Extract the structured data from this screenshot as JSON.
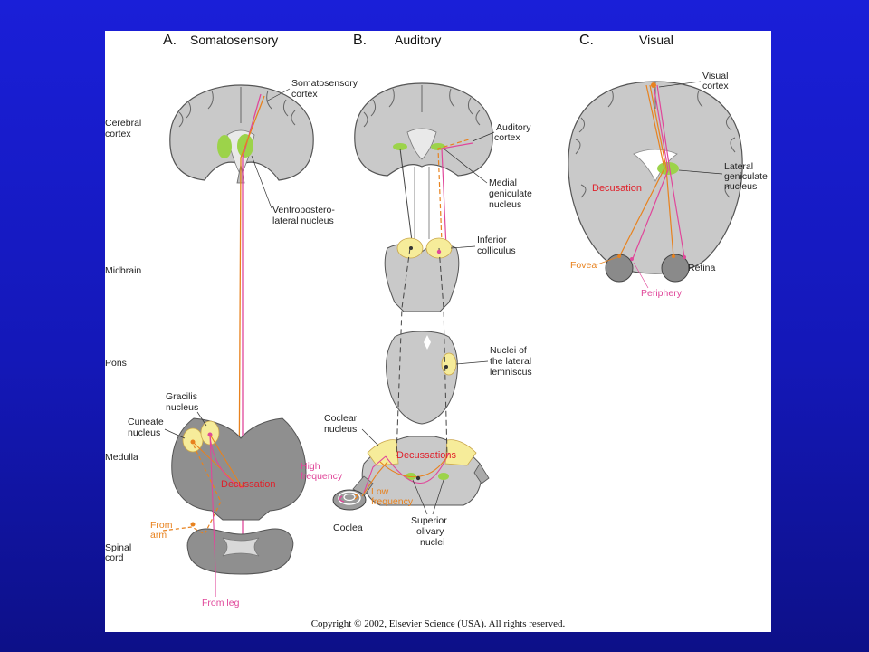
{
  "panel_a": {
    "letter": "A.",
    "title": "Somatosensory",
    "somatosensory_cortex": [
      "Somatosensory",
      "cortex"
    ],
    "ventroposterolateral": [
      "Ventropostero-",
      "lateral nucleus"
    ],
    "gracilis": [
      "Gracilis",
      "nucleus"
    ],
    "cuneate": [
      "Cuneate",
      "nucleus"
    ],
    "decussation": "Decussation",
    "from_arm": [
      "From",
      "arm"
    ],
    "from_leg": "From leg"
  },
  "panel_b": {
    "letter": "B.",
    "title": "Auditory",
    "auditory_cortex": [
      "Auditory",
      "cortex"
    ],
    "medial_geniculate": [
      "Medial",
      "geniculate",
      "nucleus"
    ],
    "inferior_colliculus": [
      "Inferior",
      "colliculus"
    ],
    "lateral_lemniscus": [
      "Nuclei of",
      "the lateral",
      "lemniscus"
    ],
    "coclear_nucleus": [
      "Coclear",
      "nucleus"
    ],
    "decussations": "Decussations",
    "high_frequency": [
      "High",
      "frequency"
    ],
    "low_frequency": [
      "Low",
      "frequency"
    ],
    "coclea": "Coclea",
    "superior_olivary": [
      "Superior",
      "olivary",
      "nuclei"
    ]
  },
  "panel_c": {
    "letter": "C.",
    "title": "Visual",
    "visual_cortex": [
      "Visual",
      "cortex"
    ],
    "lateral_geniculate": [
      "Lateral",
      "geniculate",
      "nucleus"
    ],
    "decusation": "Decusation",
    "fovea": "Fovea",
    "retina": "Retina",
    "periphery": "Periphery"
  },
  "levels": {
    "cerebral_cortex": [
      "Cerebral",
      "cortex"
    ],
    "midbrain": "Midbrain",
    "pons": "Pons",
    "medulla": "Medulla",
    "spinal_cord": [
      "Spinal",
      "cord"
    ]
  },
  "copyright": "Copyright © 2002, Elsevier Science (USA). All rights reserved.",
  "colors": {
    "background": "#1418b8",
    "orange_pathway": "#e8821e",
    "pink_pathway": "#e0479a",
    "nucleus_green": "#9cd34a",
    "nucleus_yellow": "#f6ec9a",
    "tissue_gray": "#8e8e8e",
    "label_red": "#e0202a"
  }
}
